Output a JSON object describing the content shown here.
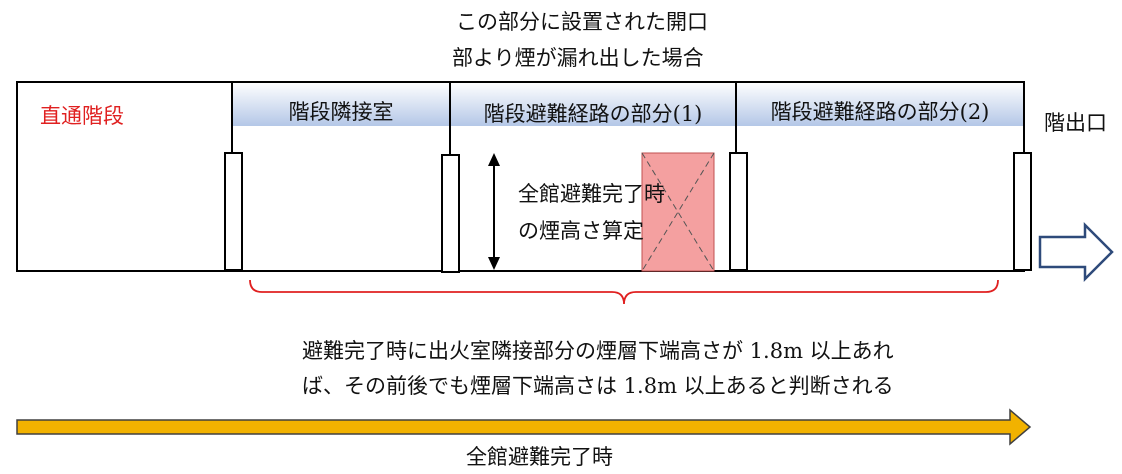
{
  "top_note": {
    "line1": "この部分に設置された開口",
    "line2": "部より煙が漏れ出した場合"
  },
  "rooms": {
    "stair": "直通階段",
    "vestibule": "階段隣接室",
    "route1": "階段避難経路の部分(1)",
    "route2": "階段避難経路の部分(2)"
  },
  "exit_label": "階出口",
  "smoke_height": {
    "line1": "全館避難完了時",
    "line2": "の煙高さ算定"
  },
  "brace_note": {
    "line1": "避難完了時に出火室隣接部分の煙層下端高さが 1.8m 以上あれ",
    "line2": "ば、その前後でも煙層下端高さは 1.8m 以上あると判断される"
  },
  "timeline_label": "全館避難完了時",
  "colors": {
    "header_gradient_top": "#ffffff",
    "header_gradient_bottom": "#b4c7e7",
    "opening_fill": "#f4a0a0",
    "brace": "#e02020",
    "timeline": "#f2b200",
    "stair_label": "#e02020"
  }
}
